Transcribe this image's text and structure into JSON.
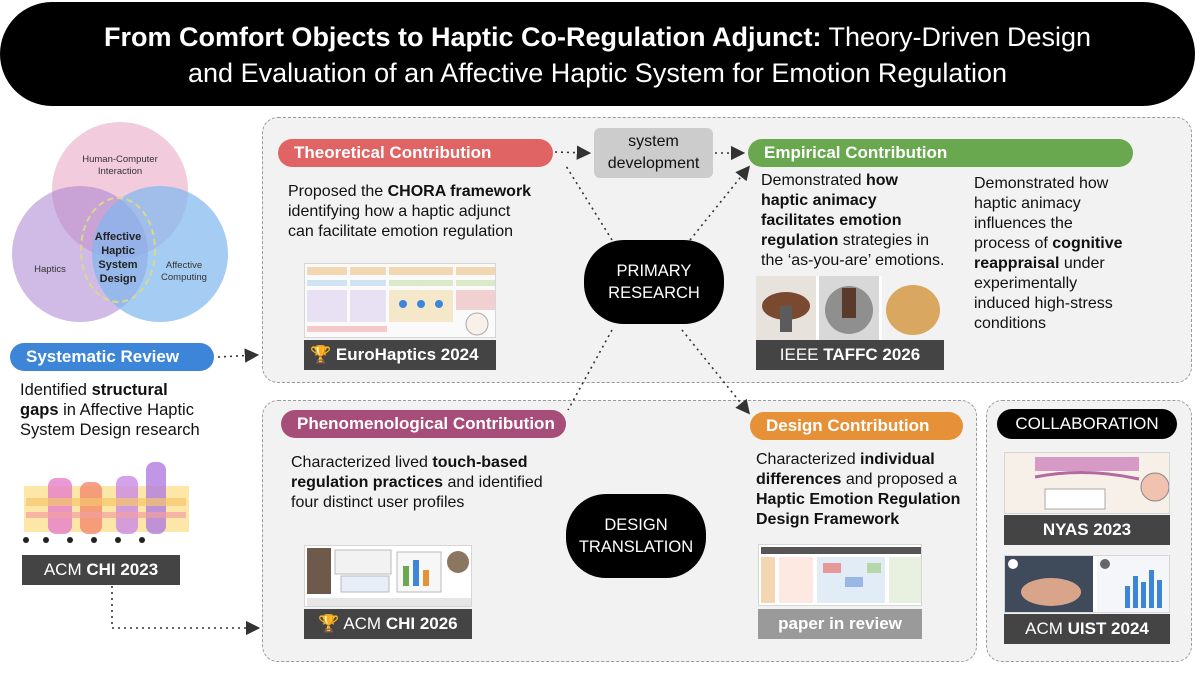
{
  "title": {
    "bold": "From Comfort Objects to Haptic Co-Regulation Adjunct:",
    "rest": "Theory-Driven Design",
    "line2": "and Evaluation of an Affective Haptic System for Emotion Regulation"
  },
  "venn": {
    "hci": [
      "Human-Computer",
      "Interaction"
    ],
    "haptics": "Haptics",
    "affective": [
      "Affective",
      "Computing"
    ],
    "center": [
      "Affective",
      "Haptic",
      "System",
      "Design"
    ]
  },
  "systematic_review": {
    "label": "Systematic Review",
    "t1": "Identified ",
    "b1": "structural",
    "b2": "gaps",
    "t2": " in Affective Haptic",
    "t3": "System Design research",
    "venue_pre": "ACM ",
    "venue_bold": "CHI 2023"
  },
  "system_development": [
    "system",
    "development"
  ],
  "primary_research": [
    "PRIMARY",
    "RESEARCH"
  ],
  "design_translation": [
    "DESIGN",
    "TRANSLATION"
  ],
  "theoretical": {
    "label": "Theoretical Contribution",
    "t1": "Proposed the ",
    "b1": "CHORA framework",
    "t2": "identifying how a haptic adjunct",
    "t3": "can facilitate emotion regulation",
    "venue": "EuroHaptics 2024"
  },
  "empirical": {
    "label": "Empirical Contribution",
    "a1": "Demonstrated ",
    "a1b": "how",
    "a2b": "haptic animacy",
    "a3b": "facilitates emotion",
    "a4b": "regulation",
    "a4": " strategies in",
    "a5": "the ‘as-you-are’ emotions.",
    "b1": "Demonstrated how",
    "b2": "haptic animacy",
    "b3": "influences the",
    "b4": "process of ",
    "b4b": "cognitive",
    "b5b": "reappraisal",
    "b5": " under",
    "b6": "experimentally",
    "b7": "induced high-stress",
    "b8": "conditions",
    "venue_pre": "IEEE ",
    "venue_bold": "TAFFC 2026"
  },
  "phenomenological": {
    "label": "Phenomenological Contribution",
    "t1": "Characterized lived ",
    "b1": "touch-based",
    "b2": "regulation practices",
    "t2": " and identified",
    "t3": "four distinct user profiles",
    "venue_pre": "ACM ",
    "venue_bold": "CHI 2026"
  },
  "design": {
    "label": "Design Contribution",
    "t1": "Characterized ",
    "b1": "individual",
    "b2": "differences",
    "t2": " and proposed a",
    "b3": "Haptic Emotion Regulation",
    "b4": "Design Framework",
    "venue": "paper in review"
  },
  "collaboration": {
    "label": "COLLABORATION",
    "venue1": "NYAS 2023",
    "venue2_pre": "ACM ",
    "venue2_bold": "UIST 2024"
  },
  "colors": {
    "red": "#e06464",
    "green": "#6aa84f",
    "blue": "#3d85d8",
    "purple": "#a64d79",
    "orange": "#e69138"
  }
}
